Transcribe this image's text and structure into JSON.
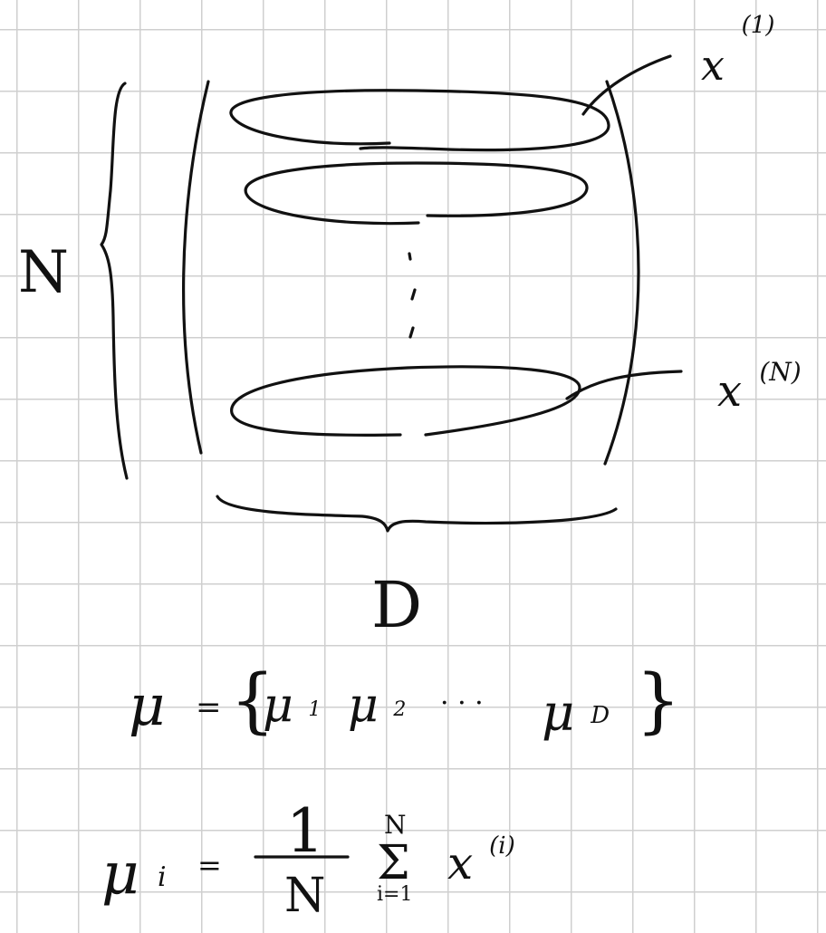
{
  "colors": {
    "ink": "#111111",
    "grid": "#cfcfcf",
    "paper": "#ffffff"
  },
  "diagram": {
    "rows_label": "N",
    "cols_label": "D",
    "first_row_label": {
      "base": "x",
      "sup": "(1)"
    },
    "last_row_label": {
      "base": "x",
      "sup": "(N)"
    },
    "row_count_shown": 3,
    "ellipsis_dots": 3
  },
  "equations": {
    "mean_vector": {
      "lhs": "μ",
      "eq": "=",
      "open": "{",
      "items": [
        {
          "base": "μ",
          "sub": "1"
        },
        {
          "base": "μ",
          "sub": "2"
        },
        {
          "base": "μ",
          "sub": "D"
        }
      ],
      "ellipsis": "· · ·",
      "close": "}"
    },
    "mean_component": {
      "lhs_base": "μ",
      "lhs_sub": "i",
      "eq": "=",
      "numerator": "1",
      "denominator": "N",
      "sum_symbol": "Σ",
      "sum_upper": "N",
      "sum_lower": "i=1",
      "term_base": "x",
      "term_sup": "(i)"
    }
  }
}
